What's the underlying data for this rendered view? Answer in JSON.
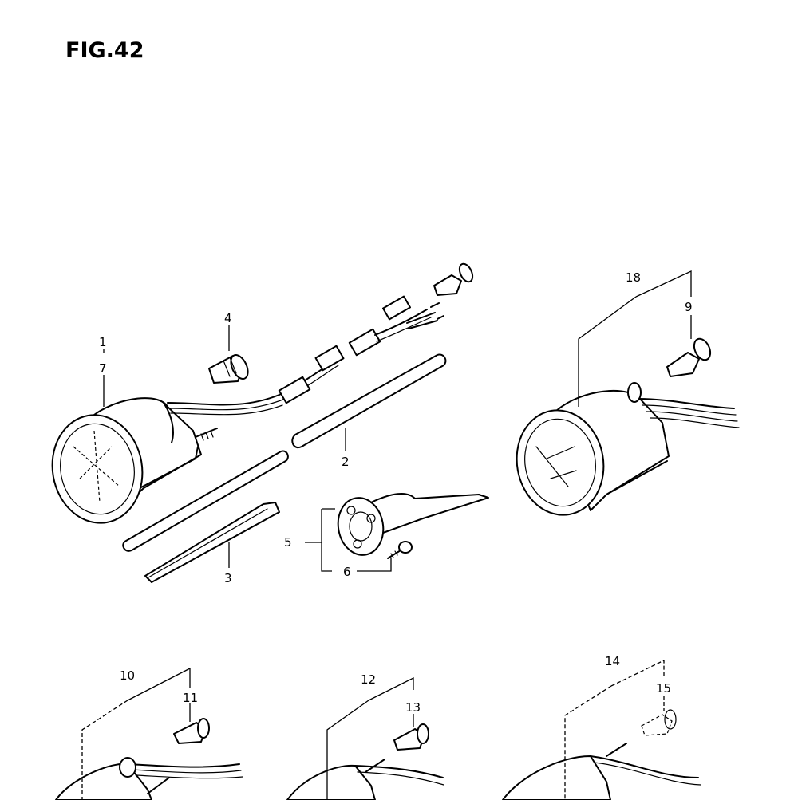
{
  "figure": {
    "title": "FIG.42"
  },
  "callouts": {
    "c1": "1",
    "c2": "2",
    "c3": "3",
    "c4": "4",
    "c5": "5",
    "c6": "6",
    "c7": "7",
    "c9": "9",
    "c10": "10",
    "c11": "11",
    "c12": "12",
    "c13": "13",
    "c14": "14",
    "c15": "15",
    "c18": "18"
  }
}
